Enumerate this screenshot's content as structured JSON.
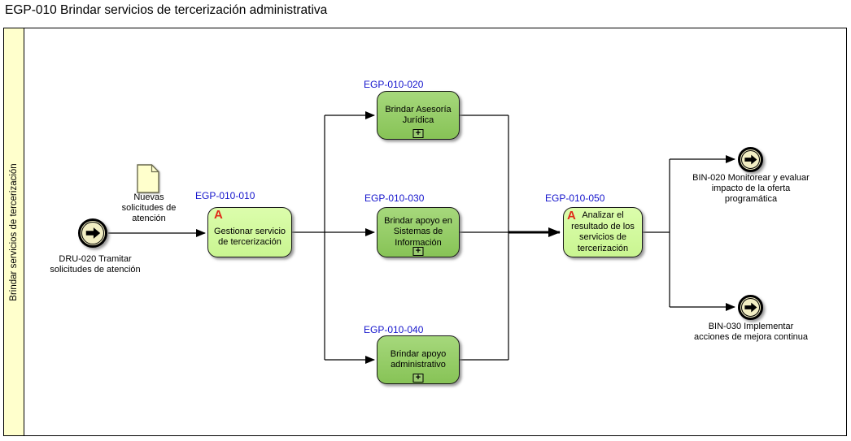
{
  "title": "EGP-010 Brindar servicios de tercerización administrativa",
  "lane": {
    "label": "Brindar servicios de tercerización"
  },
  "palette": {
    "lane_fill": "#FFFFCC",
    "task_green_light": "#CCFF99",
    "task_green_dark": "#8FC860",
    "event_fill": "#F2EEC3",
    "code_label_blue": "#1414CC",
    "marker_red": "#E02A1A",
    "connector": "#000000"
  },
  "nodes": {
    "start_event": {
      "label": "DRU-020 Tramitar solicitudes de atención"
    },
    "input_document": {
      "label": "Nuevas solicitudes de atención"
    },
    "task_010": {
      "code": "EGP-010-010",
      "label": "Gestionar servicio de tercerización",
      "marker": "A"
    },
    "task_020": {
      "code": "EGP-010-020",
      "label": "Brindar Asesoría Jurídica",
      "subprocess_marker": "+"
    },
    "task_030": {
      "code": "EGP-010-030",
      "label": "Brindar apoyo en Sistemas de Información",
      "subprocess_marker": "+"
    },
    "task_040": {
      "code": "EGP-010-040",
      "label": "Brindar apoyo administrativo",
      "subprocess_marker": "+"
    },
    "task_050": {
      "code": "EGP-010-050",
      "label": "Analizar el resultado de los servicios de tercerización",
      "marker": "A"
    },
    "end_event_bin020": {
      "label": "BIN-020 Monitorear y evaluar impacto de la oferta programática"
    },
    "end_event_bin030": {
      "label": "BIN-030 Implementar acciones de mejora continua"
    }
  }
}
